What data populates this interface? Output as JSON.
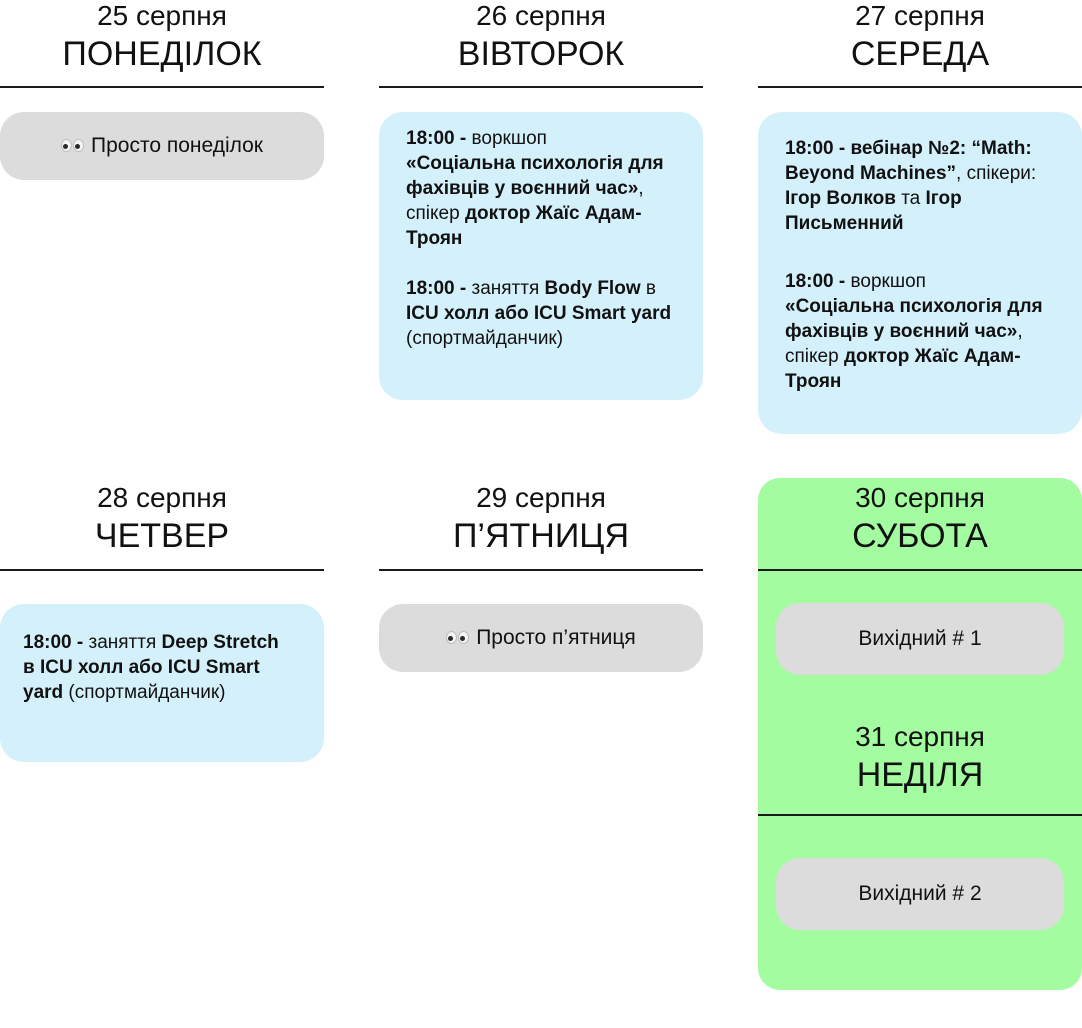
{
  "days": {
    "mon": {
      "date": "25 серпня",
      "name": "ПОНЕДІЛОК",
      "note": "Просто понеділок"
    },
    "tue": {
      "date": "26 серпня",
      "name": "ВІВТОРОК",
      "e1": {
        "time": "18:00",
        "dash": " - ",
        "kind": "воркшоп",
        "title": "«Соціальна психологія для фахівців у воєнний час»",
        "comma": ",",
        "role": "спікер",
        "speaker": "доктор Жаїс Адам-Троян"
      },
      "e2": {
        "time": "18:00",
        "dash": " - ",
        "kind": "заняття",
        "title": "Body Flow",
        "in": "в",
        "place": "ICU холл або ICU Smart yard",
        "note": "(спортмайданчик)"
      }
    },
    "wed": {
      "date": "27 серпня",
      "name": "СЕРЕДА",
      "e1": {
        "time": "18:00 - вебінар №2: “Math: Beyond Machines”",
        "comma": ",",
        "role": "спікери:",
        "speaker1": "Ігор Волков",
        "and": "та",
        "speaker2": "Ігор Письменний"
      },
      "e2": {
        "time": "18:00",
        "dash": " - ",
        "kind": "воркшоп",
        "title": "«Соціальна психологія для фахівців у воєнний час»",
        "comma": ",",
        "role": "спікер",
        "speaker": "доктор Жаїс Адам-Троян"
      }
    },
    "thu": {
      "date": "28 серпня",
      "name": "ЧЕТВЕР",
      "e1": {
        "time": "18:00",
        "dash": " - ",
        "kind": "заняття",
        "title": "Deep Stretch в ICU холл або ICU Smart yard",
        "note": "(спортмайданчик)"
      }
    },
    "fri": {
      "date": "29 серпня",
      "name": "П’ЯТНИЦЯ",
      "note": "Просто п’ятниця"
    },
    "sat": {
      "date": "30 серпня",
      "name": "СУБОТА",
      "note": "Вихідний # 1"
    },
    "sun": {
      "date": "31 серпня",
      "name": "НЕДІЛЯ",
      "note": "Вихідний # 2"
    }
  },
  "colors": {
    "weekend": "#a4fca0",
    "event_card": "#d4f0fb",
    "plain_card": "#dcdcdc"
  }
}
